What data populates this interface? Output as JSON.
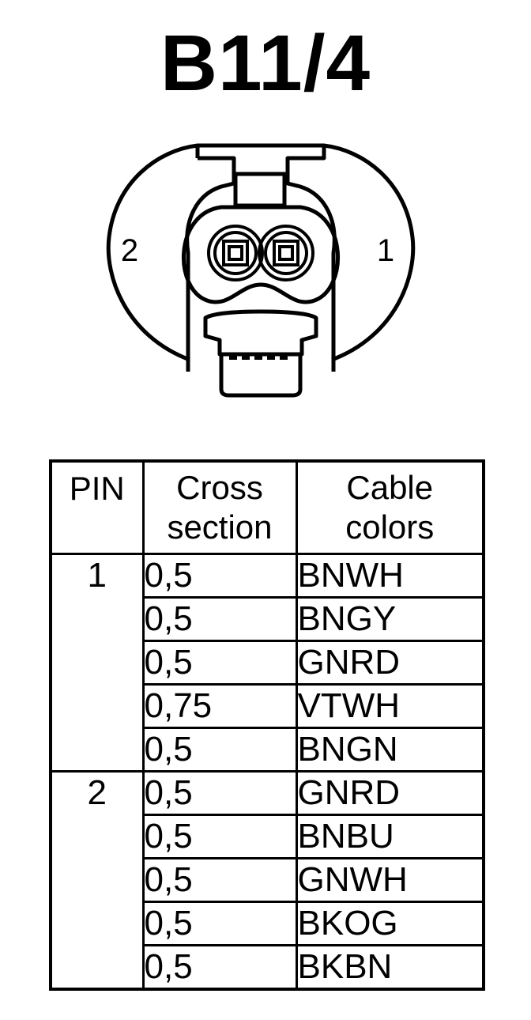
{
  "title": "B11/4",
  "connector": {
    "pin_label_left": "2",
    "pin_label_right": "1"
  },
  "table": {
    "headers": {
      "pin": "PIN",
      "cross_section_line1": "Cross",
      "cross_section_line2": "section",
      "cable_colors_line1": "Cable",
      "cable_colors_line2": "colors"
    },
    "groups": [
      {
        "pin": "1",
        "rows": [
          {
            "cross_section": "0,5",
            "color": "BNWH"
          },
          {
            "cross_section": "0,5",
            "color": "BNGY"
          },
          {
            "cross_section": "0,5",
            "color": "GNRD"
          },
          {
            "cross_section": "0,75",
            "color": "VTWH"
          },
          {
            "cross_section": "0,5",
            "color": "BNGN"
          }
        ]
      },
      {
        "pin": "2",
        "rows": [
          {
            "cross_section": "0,5",
            "color": "GNRD"
          },
          {
            "cross_section": "0,5",
            "color": "BNBU"
          },
          {
            "cross_section": "0,5",
            "color": "GNWH"
          },
          {
            "cross_section": "0,5",
            "color": "BKOG"
          },
          {
            "cross_section": "0,5",
            "color": "BKBN"
          }
        ]
      }
    ]
  }
}
